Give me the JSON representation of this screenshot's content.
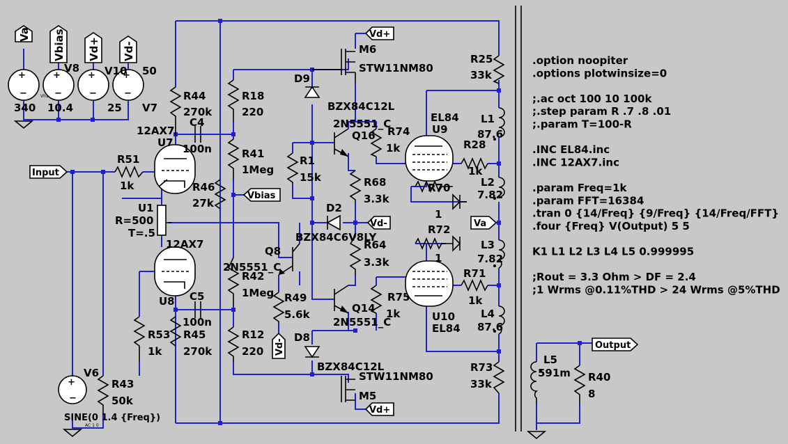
{
  "components": {
    "V8": {
      "name": "V8",
      "value": "10.4",
      "net": "Vbias"
    },
    "Va_src": {
      "value": "340",
      "net": "Va",
      "tiny": "Vh1"
    },
    "V9": {
      "value": "25",
      "net": "Vd+"
    },
    "V10": {
      "name": "V10",
      "value": "50",
      "net": "Vd-"
    },
    "V7": {
      "name": "V7"
    },
    "V6": {
      "name": "V6",
      "value": "SINE(0 1.4 {Freq})",
      "tiny": "AC 1 0"
    },
    "R43": {
      "name": "R43",
      "value": "50k"
    },
    "R51": {
      "name": "R51",
      "value": "1k"
    },
    "U1": {
      "name": "U1",
      "line1": "R=500",
      "line2": "T=.5"
    },
    "U7": {
      "name": "U7",
      "type": "12AX7"
    },
    "U8": {
      "name": "U8",
      "type": "12AX7"
    },
    "R44": {
      "name": "R44",
      "value": "270k"
    },
    "C4": {
      "name": "C4",
      "value": "100n"
    },
    "R46": {
      "name": "R46",
      "value": "27k"
    },
    "R53": {
      "name": "R53",
      "value": "1k"
    },
    "R45": {
      "name": "R45",
      "value": "270k"
    },
    "C5": {
      "name": "C5",
      "value": "100n"
    },
    "R18": {
      "name": "R18",
      "value": "220"
    },
    "R41": {
      "name": "R41",
      "value": "1Meg"
    },
    "R42": {
      "name": "R42",
      "value": "1Meg"
    },
    "R12": {
      "name": "R12",
      "value": "220"
    },
    "Q8": {
      "name": "Q8",
      "type": "2N5551_C"
    },
    "R49": {
      "name": "R49",
      "value": "5.6k"
    },
    "M6": {
      "name": "M6",
      "type": "STW11NM80"
    },
    "M5": {
      "name": "M5",
      "type": "STW11NM80"
    },
    "D9": {
      "name": "D9",
      "type": "BZX84C12L"
    },
    "D8": {
      "name": "D8",
      "type": "BZX84C12L"
    },
    "R1": {
      "name": "R1",
      "value": "15k"
    },
    "D2": {
      "name": "D2",
      "type": "BZX84C6V8LY"
    },
    "Q16": {
      "name": "Q16",
      "type": "2N5551_C"
    },
    "Q14": {
      "name": "Q14",
      "type": "2N5551_C"
    },
    "R68": {
      "name": "R68",
      "value": "3.3k"
    },
    "R64": {
      "name": "R64",
      "value": "3.3k"
    },
    "R74": {
      "name": "R74",
      "value": "1k"
    },
    "R75": {
      "name": "R75",
      "value": "1k"
    },
    "U9": {
      "name": "U9",
      "type": "EL84"
    },
    "U10": {
      "name": "U10",
      "type": "EL84"
    },
    "R28": {
      "name": "R28",
      "value": "1k"
    },
    "R71": {
      "name": "R71",
      "value": "1k"
    },
    "R70": {
      "name": "R70",
      "value": "1"
    },
    "R72": {
      "name": "R72",
      "value": "1"
    },
    "R25": {
      "name": "R25",
      "value": "33k"
    },
    "R73": {
      "name": "R73",
      "value": "33k"
    },
    "L1": {
      "name": "L1",
      "value": "87.6"
    },
    "L2": {
      "name": "L2",
      "value": "7.82"
    },
    "L3": {
      "name": "L3",
      "value": "7.82"
    },
    "L4": {
      "name": "L4",
      "value": "87.6"
    },
    "L5": {
      "name": "L5",
      "value": "591m"
    },
    "R40": {
      "name": "R40",
      "value": "8"
    }
  },
  "nets": {
    "input": "Input",
    "output": "Output",
    "va": "Va",
    "vbias": "Vbias",
    "vdplus": "Vd+",
    "vdminus": "Vd-"
  },
  "directives": [
    ".option noopiter",
    ".options plotwinsize=0",
    "",
    ";.ac oct 100 10 100k",
    ";.step param R .7 .8 .01",
    ";.param T=100-R",
    "",
    ".INC EL84.inc",
    ".INC 12AX7.inc",
    "",
    ".param Freq=1k",
    ".param FFT=16384",
    ".tran 0 {14/Freq} {9/Freq} {14/Freq/FFT}",
    ".four {Freq} V(Output) 5 5",
    "",
    "K1 L1 L2 L3 L4 L5 0.999995",
    "",
    ";Rout = 3.3 Ohm > DF = 2.4",
    ";1 Wrms @0.11%THD > 24 Wrms @5%THD"
  ]
}
